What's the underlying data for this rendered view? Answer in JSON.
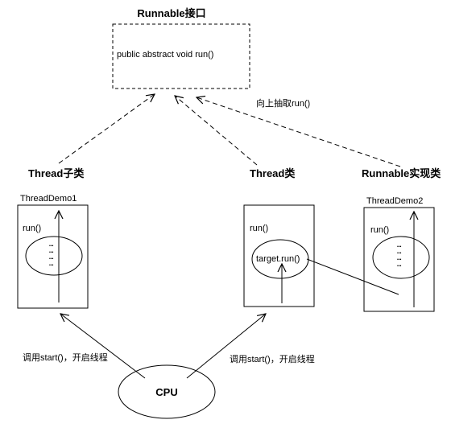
{
  "interface": {
    "title": "Runnable接口",
    "method": "public abstract  void run()"
  },
  "arrow_label_top": "向上抽取run()",
  "classes": {
    "thread_subclass": {
      "heading": "Thread子类",
      "box_title": "ThreadDemo1",
      "method": "run()",
      "dots": "…"
    },
    "thread": {
      "heading": "Thread类",
      "method": "run()",
      "target_call": "target.run()"
    },
    "runnable_impl": {
      "heading": "Runnable实现类",
      "box_title": "ThreadDemo2",
      "method": "run()",
      "dots": "…"
    }
  },
  "cpu": {
    "label": "CPU",
    "left_call": "调用start()，开启线程",
    "right_call": "调用start()，开启线程"
  }
}
